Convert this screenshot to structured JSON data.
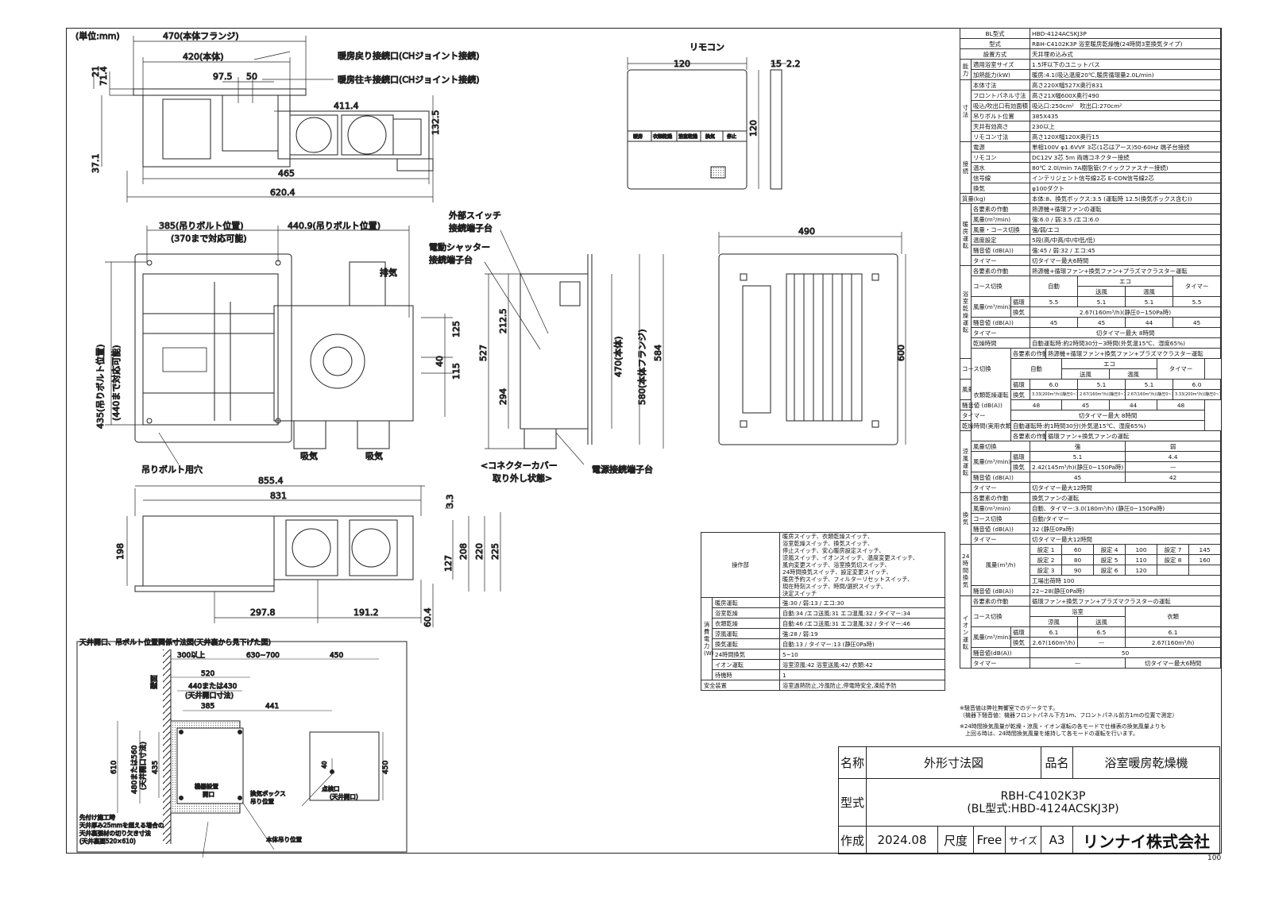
{
  "top_view": {
    "unit": "(単位:mm)",
    "flange": "470(本体フランジ)",
    "body": "420(本体)",
    "return_port": "暖房戻り接続口(CHジョイント接続)",
    "supply_port": "暖房往キ接続口(CHジョイント接続)",
    "d97": "97.5",
    "d50": "50",
    "d411": "411.4",
    "d132": "132.5",
    "d71": "71.4",
    "d21": "21",
    "d37": "37.1",
    "d465": "465",
    "d620": "620.4"
  },
  "remote": {
    "title": "リモコン",
    "w": "120",
    "h": "120",
    "d15": "15",
    "d22": "2.2",
    "buttons": [
      "暖房",
      "衣類乾燥",
      "浴室乾燥",
      "換気",
      "停止"
    ]
  },
  "plan_view": {
    "bolt385": "385(吊りボルト位置)",
    "bolt370": "(370まで対応可能)",
    "bolt440": "440.9(吊りボルト位置)",
    "ext_switch": "外部スイッチ",
    "ext_switch2": "接続端子台",
    "shutter": "電動シャッター",
    "shutter2": "接続端子台",
    "exhaust": "排気",
    "bolt435": "435(吊りボルト位置)",
    "bolt440v": "(440まで対応可能)",
    "intake1": "吸気",
    "intake2": "吸気",
    "bolt_hole": "吊りボルト用穴",
    "d125": "125",
    "d40": "40",
    "d115": "115"
  },
  "side_view": {
    "d212": "212.5",
    "d527": "527",
    "d294": "294",
    "d470": "470(本体)",
    "d580": "580(本体フランジ)",
    "d584": "584",
    "cover1": "<コネクターカバー",
    "cover2": "取り外し状態>",
    "power": "電源接続端子台"
  },
  "front_view": {
    "d490": "490",
    "d600": "600"
  },
  "bottom_view": {
    "d855": "855.4",
    "d831": "831",
    "d33": "3.3",
    "d198": "198",
    "d127": "127",
    "d208": "208",
    "d220": "220",
    "d225": "225",
    "d297": "297.8",
    "d191": "191.2",
    "d60": "60.4"
  },
  "ceiling": {
    "title": "天井開口、吊ボルト位置関係寸法図(天井裏から見下げた図)",
    "d300": "300以上",
    "d630": "630~700",
    "d450": "450",
    "d520": "520",
    "d440": "440または430",
    "open1": "(天井開口寸法)",
    "d385": "385",
    "d441": "441",
    "wall": "壁面",
    "d610": "610",
    "d480": "480または560",
    "open2": "(天井開口寸法)",
    "d435": "435",
    "install1": "機器設置",
    "install2": "開口",
    "box1": "換気ボックス",
    "box2": "吊り位置",
    "d40": "40",
    "insp": "点検口",
    "insp2": "(天井開口)",
    "d450v": "450",
    "note1": "先付け施工時",
    "note2": "天井厚み25mmを超える場合の",
    "note3": "天井裏張材の切り欠き寸法",
    "note4": "(天井裏面520×610)",
    "hang": "本体吊り位置"
  },
  "spec_table": [
    [
      {
        "t": "BL型式",
        "s": 3,
        "c": 1
      },
      {
        "t": "HBD-4124ACSKJ3P",
        "s": 12
      }
    ],
    [
      {
        "t": "型式",
        "s": 3,
        "c": 1
      },
      {
        "t": "RBH-C4102K3P 浴室暖房乾燥機(24時間3室換気タイプ)",
        "s": 12
      }
    ],
    [
      {
        "t": "設置方式",
        "s": 3,
        "c": 1
      },
      {
        "t": "天井埋め込み式",
        "s": 12
      }
    ],
    [
      {
        "t": "能力",
        "r": 2,
        "g": 1
      },
      {
        "t": "適用浴室サイズ",
        "s": 2
      },
      {
        "t": "1.5坪以下のユニットバス",
        "s": 12
      }
    ],
    [
      {
        "t": "加熱能力(kW)",
        "s": 2
      },
      {
        "t": "暖房:4.1(吸込温度20℃,暖房循環量2.0L/min)",
        "s": 12
      }
    ],
    [
      {
        "t": "寸法",
        "r": 6,
        "g": 1
      },
      {
        "t": "本体寸法",
        "s": 2
      },
      {
        "t": "高さ220X幅527X奥行831",
        "s": 12
      }
    ],
    [
      {
        "t": "フロントパネル寸法",
        "s": 2
      },
      {
        "t": "高さ21X幅600X奥行490",
        "s": 12
      }
    ],
    [
      {
        "t": "吸込/吹出口有効面積",
        "s": 2
      },
      {
        "t": "吸込口:250cm²　吹出口:270cm²",
        "s": 12
      }
    ],
    [
      {
        "t": "吊りボルト位置",
        "s": 2
      },
      {
        "t": "385X435",
        "s": 12
      }
    ],
    [
      {
        "t": "天井有効高さ",
        "s": 2
      },
      {
        "t": "230以上",
        "s": 12
      }
    ],
    [
      {
        "t": "リモコン寸法",
        "s": 2
      },
      {
        "t": "高さ120X幅120X奥行15",
        "s": 12
      }
    ],
    [
      {
        "t": "接続",
        "r": 5,
        "g": 1
      },
      {
        "t": "電源",
        "s": 2
      },
      {
        "t": "単相100V φ1.6VVF 3芯(1芯はアース)50-60Hz 端子台接続",
        "s": 12
      }
    ],
    [
      {
        "t": "リモコン",
        "s": 2
      },
      {
        "t": "DC12V 3芯 5m 両端コネクター接続",
        "s": 12
      }
    ],
    [
      {
        "t": "温水",
        "s": 2
      },
      {
        "t": "80℃ 2.0l/min 7A樹脂管(クイックファスナー接続)",
        "s": 12
      }
    ],
    [
      {
        "t": "信号線",
        "s": 2
      },
      {
        "t": "インテリジェント信号線2芯 E-CON信号線2芯",
        "s": 12
      }
    ],
    [
      {
        "t": "換気",
        "s": 2
      },
      {
        "t": "φ100ダクト",
        "s": 12
      }
    ],
    [
      {
        "t": "質量(kg)",
        "s": 3
      },
      {
        "t": "本体:8、換気ボックス:3.5 (運転時 12.5(換気ボックス含む))",
        "s": 12
      }
    ],
    [
      {
        "t": "暖房運転",
        "r": 6,
        "g": 1
      },
      {
        "t": "各要素の作動",
        "s": 2
      },
      {
        "t": "熱源機+循環ファンの運転",
        "s": 12
      }
    ],
    [
      {
        "t": "風量(m³/min)",
        "s": 2
      },
      {
        "t": "強:6.0 / 弱:3.5 /エコ:6.0",
        "s": 12
      }
    ],
    [
      {
        "t": "風量・コース切換",
        "s": 2
      },
      {
        "t": "強/弱/エコ",
        "s": 12
      }
    ],
    [
      {
        "t": "温度設定",
        "s": 2
      },
      {
        "t": "5段(高/中高/中/中低/低)",
        "s": 12
      }
    ],
    [
      {
        "t": "騒音値 (dB(A))",
        "s": 2
      },
      {
        "t": "強:45 / 弱:32 / エコ:45",
        "s": 12
      }
    ],
    [
      {
        "t": "タイマー",
        "s": 2
      },
      {
        "t": "切タイマー最大6時間",
        "s": 12
      }
    ],
    [
      {
        "t": "浴室乾燥運転",
        "r": 9,
        "g": 1
      },
      {
        "t": "各要素の作動",
        "s": 2
      },
      {
        "t": "熱源機+循環ファン+換気ファン+プラズマクラスター運転",
        "s": 12
      }
    ],
    [
      {
        "t": "コース切換",
        "s": 2,
        "r": 2
      },
      {
        "t": "自動",
        "s": 3,
        "r": 2,
        "c": 1
      },
      {
        "t": "エコ",
        "s": 6,
        "c": 1
      },
      {
        "t": "タイマー",
        "s": 3,
        "r": 2,
        "c": 1
      }
    ],
    [
      {
        "t": "送風",
        "s": 3,
        "c": 1
      },
      {
        "t": "温風",
        "s": 3,
        "c": 1
      }
    ],
    [
      {
        "t": "風量(m³/min)",
        "r": 2
      },
      {
        "t": "循環"
      },
      {
        "t": "5.5",
        "s": 3,
        "c": 1
      },
      {
        "t": "5.1",
        "s": 3,
        "c": 1
      },
      {
        "t": "5.1",
        "s": 3,
        "c": 1
      },
      {
        "t": "5.5",
        "s": 3,
        "c": 1
      }
    ],
    [
      {
        "t": "換気"
      },
      {
        "t": "2.67(160m³/h)(静圧0~150Pa時)",
        "s": 12,
        "c": 1
      }
    ],
    [
      {
        "t": "騒音値 (dB(A))",
        "s": 2
      },
      {
        "t": "45",
        "s": 3,
        "c": 1
      },
      {
        "t": "45",
        "s": 3,
        "c": 1
      },
      {
        "t": "44",
        "s": 3,
        "c": 1
      },
      {
        "t": "45",
        "s": 3,
        "c": 1
      }
    ],
    [
      {
        "t": "タイマー",
        "s": 2
      },
      {
        "t": "切タイマー最大 8時間",
        "s": 12,
        "c": 1
      }
    ],
    [
      {
        "t": "乾燥時間",
        "s": 2
      },
      {
        "t": "自動運転時:約2時間30分~3時間(外気温15℃、湿度65%)",
        "s": 12
      }
    ],
    [
      {
        "t": "衣類乾燥運転",
        "r": 9,
        "g": 1
      },
      {
        "t": "各要素の作動",
        "s": 2
      },
      {
        "t": "熱源機+循環ファン+換気ファン+プラズマクラスター運転",
        "s": 12
      }
    ],
    [
      {
        "t": "コース切換",
        "s": 2,
        "r": 2
      },
      {
        "t": "自動",
        "s": 3,
        "r": 2,
        "c": 1
      },
      {
        "t": "エコ",
        "s": 6,
        "c": 1
      },
      {
        "t": "タイマー",
        "s": 3,
        "r": 2,
        "c": 1
      }
    ],
    [
      {
        "t": "送風",
        "s": 3,
        "c": 1
      },
      {
        "t": "温風",
        "s": 3,
        "c": 1
      }
    ],
    [
      {
        "t": "風量(m³/min)",
        "r": 2
      },
      {
        "t": "循環"
      },
      {
        "t": "6.0",
        "s": 3,
        "c": 1
      },
      {
        "t": "5.1",
        "s": 3,
        "c": 1
      },
      {
        "t": "5.1",
        "s": 3,
        "c": 1
      },
      {
        "t": "6.0",
        "s": 3,
        "c": 1
      }
    ],
    [
      {
        "t": "換気"
      },
      {
        "t": "3.33(200m³/h)(静圧0~150Pa時)",
        "s": 3,
        "c": 1
      },
      {
        "t": "2.67(160m³/h)(静圧0~150Pa時)",
        "s": 3,
        "c": 1
      },
      {
        "t": "2.67(160m³/h)(静圧0~150Pa時)",
        "s": 3,
        "c": 1
      },
      {
        "t": "3.33(200m³/h)(静圧0~150Pa時)",
        "s": 3,
        "c": 1
      }
    ],
    [
      {
        "t": "騒音値 (dB(A))",
        "s": 2
      },
      {
        "t": "48",
        "s": 3,
        "c": 1
      },
      {
        "t": "45",
        "s": 3,
        "c": 1
      },
      {
        "t": "44",
        "s": 3,
        "c": 1
      },
      {
        "t": "48",
        "s": 3,
        "c": 1
      }
    ],
    [
      {
        "t": "タイマー",
        "s": 2
      },
      {
        "t": "切タイマー最大 8時間",
        "s": 12,
        "c": 1
      }
    ],
    [
      {
        "t": "乾燥時間(実用衣類4kg)",
        "s": 2
      },
      {
        "t": "自動運転時:約1時間30分(外気温15℃、湿度65%)",
        "s": 12
      }
    ],
    [
      {
        "t": "涼風運転",
        "r": 6,
        "g": 1
      },
      {
        "t": "各要素の作動",
        "s": 2
      },
      {
        "t": "循環ファン+換気ファンの運転",
        "s": 12
      }
    ],
    [
      {
        "t": "風量切換",
        "s": 2
      },
      {
        "t": "強",
        "s": 6,
        "c": 1
      },
      {
        "t": "弱",
        "s": 6,
        "c": 1
      }
    ],
    [
      {
        "t": "風量(m³/min)",
        "r": 2
      },
      {
        "t": "循環"
      },
      {
        "t": "5.1",
        "s": 6,
        "c": 1
      },
      {
        "t": "4.4",
        "s": 6,
        "c": 1
      }
    ],
    [
      {
        "t": "換気"
      },
      {
        "t": "2.42(145m³/h)(静圧0~150Pa時)",
        "s": 6
      },
      {
        "t": "—",
        "s": 6,
        "c": 1
      }
    ],
    [
      {
        "t": "騒音値 (dB(A))",
        "s": 2
      },
      {
        "t": "45",
        "s": 6,
        "c": 1
      },
      {
        "t": "42",
        "s": 6,
        "c": 1
      }
    ],
    [
      {
        "t": "タイマー",
        "s": 2
      },
      {
        "t": "切タイマー最大12時間",
        "s": 12
      }
    ],
    [
      {
        "t": "換気",
        "r": 5,
        "g": 1
      },
      {
        "t": "各要素の作動",
        "s": 2
      },
      {
        "t": "換気ファンの運転",
        "s": 12
      }
    ],
    [
      {
        "t": "風量(m³/min)",
        "s": 2
      },
      {
        "t": "自動、タイマー:3.0(180m³/h) (静圧0~150Pa時)",
        "s": 12
      }
    ],
    [
      {
        "t": "コース切換",
        "s": 2
      },
      {
        "t": "自動/タイマー",
        "s": 12
      }
    ],
    [
      {
        "t": "騒音値 (dB(A))",
        "s": 2
      },
      {
        "t": "32 (静圧0Pa時)",
        "s": 12
      }
    ],
    [
      {
        "t": "タイマー",
        "s": 2
      },
      {
        "t": "切タイマー最大12時間",
        "s": 12
      }
    ],
    [
      {
        "t": "24時間換気",
        "r": 5,
        "g": 1
      },
      {
        "t": "風量(m³/h)",
        "s": 2,
        "r": 4,
        "c": 1
      },
      {
        "t": "設定 1",
        "s": 2,
        "c": 1
      },
      {
        "t": "60",
        "s": 2,
        "c": 1
      },
      {
        "t": "設定 4",
        "s": 2,
        "c": 1
      },
      {
        "t": "100",
        "s": 2,
        "c": 1
      },
      {
        "t": "設定 7",
        "s": 2,
        "c": 1
      },
      {
        "t": "145",
        "s": 2,
        "c": 1
      }
    ],
    [
      {
        "t": "設定 2",
        "s": 2,
        "c": 1
      },
      {
        "t": "80",
        "s": 2,
        "c": 1
      },
      {
        "t": "設定 5",
        "s": 2,
        "c": 1
      },
      {
        "t": "110",
        "s": 2,
        "c": 1
      },
      {
        "t": "設定 8",
        "s": 2,
        "c": 1
      },
      {
        "t": "160",
        "s": 2,
        "c": 1
      }
    ],
    [
      {
        "t": "設定 3",
        "s": 2,
        "c": 1
      },
      {
        "t": "90",
        "s": 2,
        "c": 1
      },
      {
        "t": "設定 6",
        "s": 2,
        "c": 1
      },
      {
        "t": "120",
        "s": 2,
        "c": 1
      },
      {
        "t": "",
        "s": 2
      },
      {
        "t": "",
        "s": 2
      }
    ],
    [
      {
        "t": "工場出荷時 100",
        "s": 12
      }
    ],
    [
      {
        "t": "騒音値 (dB(A))",
        "s": 2
      },
      {
        "t": "22~28(静圧0Pa時)",
        "s": 12
      }
    ],
    [
      {
        "t": "イオン運転",
        "r": 7,
        "g": 1
      },
      {
        "t": "各要素の作動",
        "s": 2
      },
      {
        "t": "循環ファン+換気ファン+プラズマクラスターの運転",
        "s": 12
      }
    ],
    [
      {
        "t": "コース切換",
        "s": 2,
        "r": 2
      },
      {
        "t": "浴室",
        "s": 6,
        "c": 1
      },
      {
        "t": "衣類",
        "s": 6,
        "r": 2,
        "c": 1
      }
    ],
    [
      {
        "t": "涼風",
        "s": 3,
        "c": 1
      },
      {
        "t": "送風",
        "s": 3,
        "c": 1
      }
    ],
    [
      {
        "t": "風量(m³/min)",
        "r": 2
      },
      {
        "t": "循環"
      },
      {
        "t": "6.1",
        "s": 3,
        "c": 1
      },
      {
        "t": "6.5",
        "s": 3,
        "c": 1
      },
      {
        "t": "6.1",
        "s": 6,
        "c": 1
      }
    ],
    [
      {
        "t": "換気"
      },
      {
        "t": "2.67(160m³/h)",
        "s": 3,
        "c": 1
      },
      {
        "t": "—",
        "s": 3,
        "c": 1
      },
      {
        "t": "2.67(160m³/h)",
        "s": 6,
        "c": 1
      }
    ],
    [
      {
        "t": "騒音値(dB(A))",
        "s": 2
      },
      {
        "t": "50",
        "s": 12,
        "c": 1
      }
    ],
    [
      {
        "t": "タイマー",
        "s": 2
      },
      {
        "t": "—",
        "s": 6,
        "c": 1
      },
      {
        "t": "切タイマー最大6時間",
        "s": 6,
        "c": 1
      }
    ]
  ],
  "notes": [
    "※騒音値は弊社無響室でのデータです。",
    "（機器下騒音値：機器フロントパネル下方1m、フロントパネル前方1mの位置で測定）",
    "※24時間換気風量が乾燥・涼風・イオン運転の各モードで仕様表の換気風量よりも",
    "　上回る時は、24時間換気風量を維持して各モードの運転を行います。"
  ],
  "ops": {
    "panel_label": "操作部",
    "panel_text": [
      "暖房スイッチ、衣類乾燥スイッチ、",
      "浴室乾燥スイッチ、換気スイッチ、",
      "停止スイッチ、安心暖房設定スイッチ、",
      "涼風スイッチ、イオンスイッチ、温度変更スイッチ、",
      "風向変更スイッチ、浴室換気切スイッチ、",
      "24時間換気スイッチ、設定変更スイッチ、",
      "暖房予約スイッチ、フィルターリセットスイッチ、",
      "現在時刻スイッチ、時間/選択スイッチ、",
      "決定スイッチ"
    ],
    "power_label": "消費電力(W)",
    "power": [
      [
        "暖房運転",
        "強:30 / 弱:13 / エコ:30"
      ],
      [
        "浴室乾燥",
        "自動:34 /エコ送風:31 エコ温風:32 / タイマー:34"
      ],
      [
        "衣類乾燥",
        "自動:46 /エコ送風:31 エコ温風:32 / タイマー:46"
      ],
      [
        "涼風運転",
        "強:28 / 弱:19"
      ],
      [
        "換気運転",
        "自動:13 / タイマー:13 (静圧0Pa時)"
      ],
      [
        "24時間換気",
        "5~10"
      ],
      [
        "イオン運転",
        "浴室涼風:42 浴室送風:42/ 衣類:42"
      ],
      [
        "待機時",
        "1"
      ]
    ],
    "safety_label": "安全装置",
    "safety": "浴室過熱防止,冷風防止,停電時安全,凍結予防"
  },
  "title_block": {
    "name_label": "名称",
    "name": "外形寸法図",
    "product_label": "品名",
    "product": "浴室暖房乾燥機",
    "model_label": "型式",
    "model": "RBH-C4102K3P",
    "bl_model": "(BL型式:HBD-4124ACSKJ3P)",
    "made_label": "作成",
    "date": "2024.08",
    "scale_label": "尺度",
    "scale": "Free",
    "size_label": "サイズ",
    "size": "A3",
    "company": "リンナイ株式会社"
  },
  "page_number": "100"
}
